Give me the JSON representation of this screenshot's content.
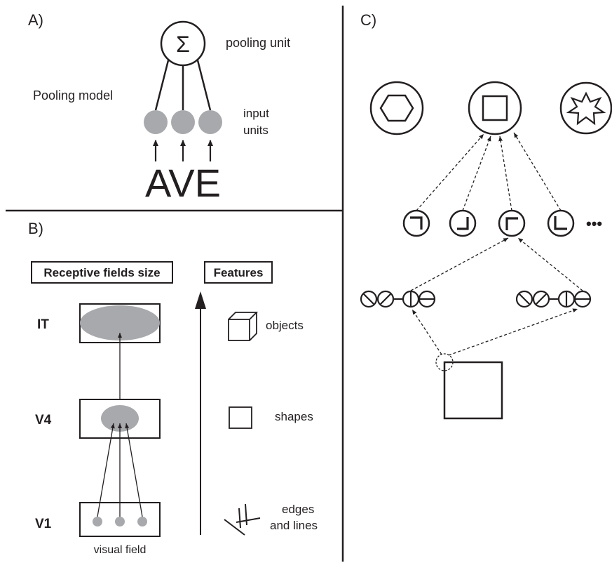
{
  "panel_a": {
    "label": "A)",
    "sum_symbol": "Σ",
    "pooling_unit": "pooling unit",
    "pooling_model": "Pooling model",
    "input_units_line1": "input",
    "input_units_line2": "units",
    "ave": "AVE"
  },
  "panel_b": {
    "label": "B)",
    "rf_header": "Receptive fields size",
    "features_header": "Features",
    "levels": [
      "IT",
      "V4",
      "V1"
    ],
    "feature_labels": {
      "objects": "objects",
      "shapes": "shapes",
      "edges_line1": "edges",
      "edges_line2": "and lines"
    },
    "visual_field": "visual field"
  },
  "panel_c": {
    "label": "C)",
    "ellipsis": "•••"
  },
  "colors": {
    "ink": "#231f20",
    "unit_fill": "#a7a9ac"
  }
}
